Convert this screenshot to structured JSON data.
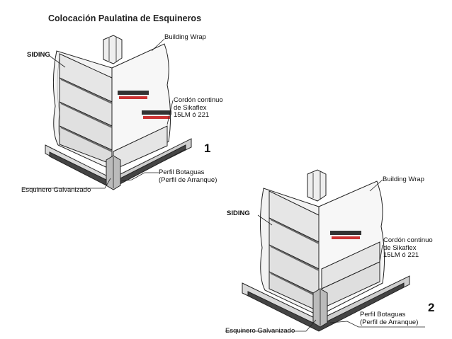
{
  "title": "Colocación Paulatina de Esquineros",
  "figures": [
    {
      "number": "1",
      "labels": {
        "building_wrap": "Building Wrap",
        "siding": "SIDING",
        "sealant": [
          "Cordón continuo",
          "de Sikaflex",
          "15LM ó 221"
        ],
        "drip_profile": [
          "Perfil Botaguas",
          "(Perfil de Arranque)"
        ],
        "corner_piece": "Esquinero Galvanizado"
      }
    },
    {
      "number": "2",
      "labels": {
        "building_wrap": "Building Wrap",
        "siding": "SIDING",
        "sealant": [
          "Cordón continuo",
          "de Sikaflex",
          "15LM ó 221"
        ],
        "drip_profile": [
          "Perfil Botaguas",
          "(Perfil de Arranque)"
        ],
        "corner_piece": "Esquinero Galvanizado"
      }
    }
  ]
}
